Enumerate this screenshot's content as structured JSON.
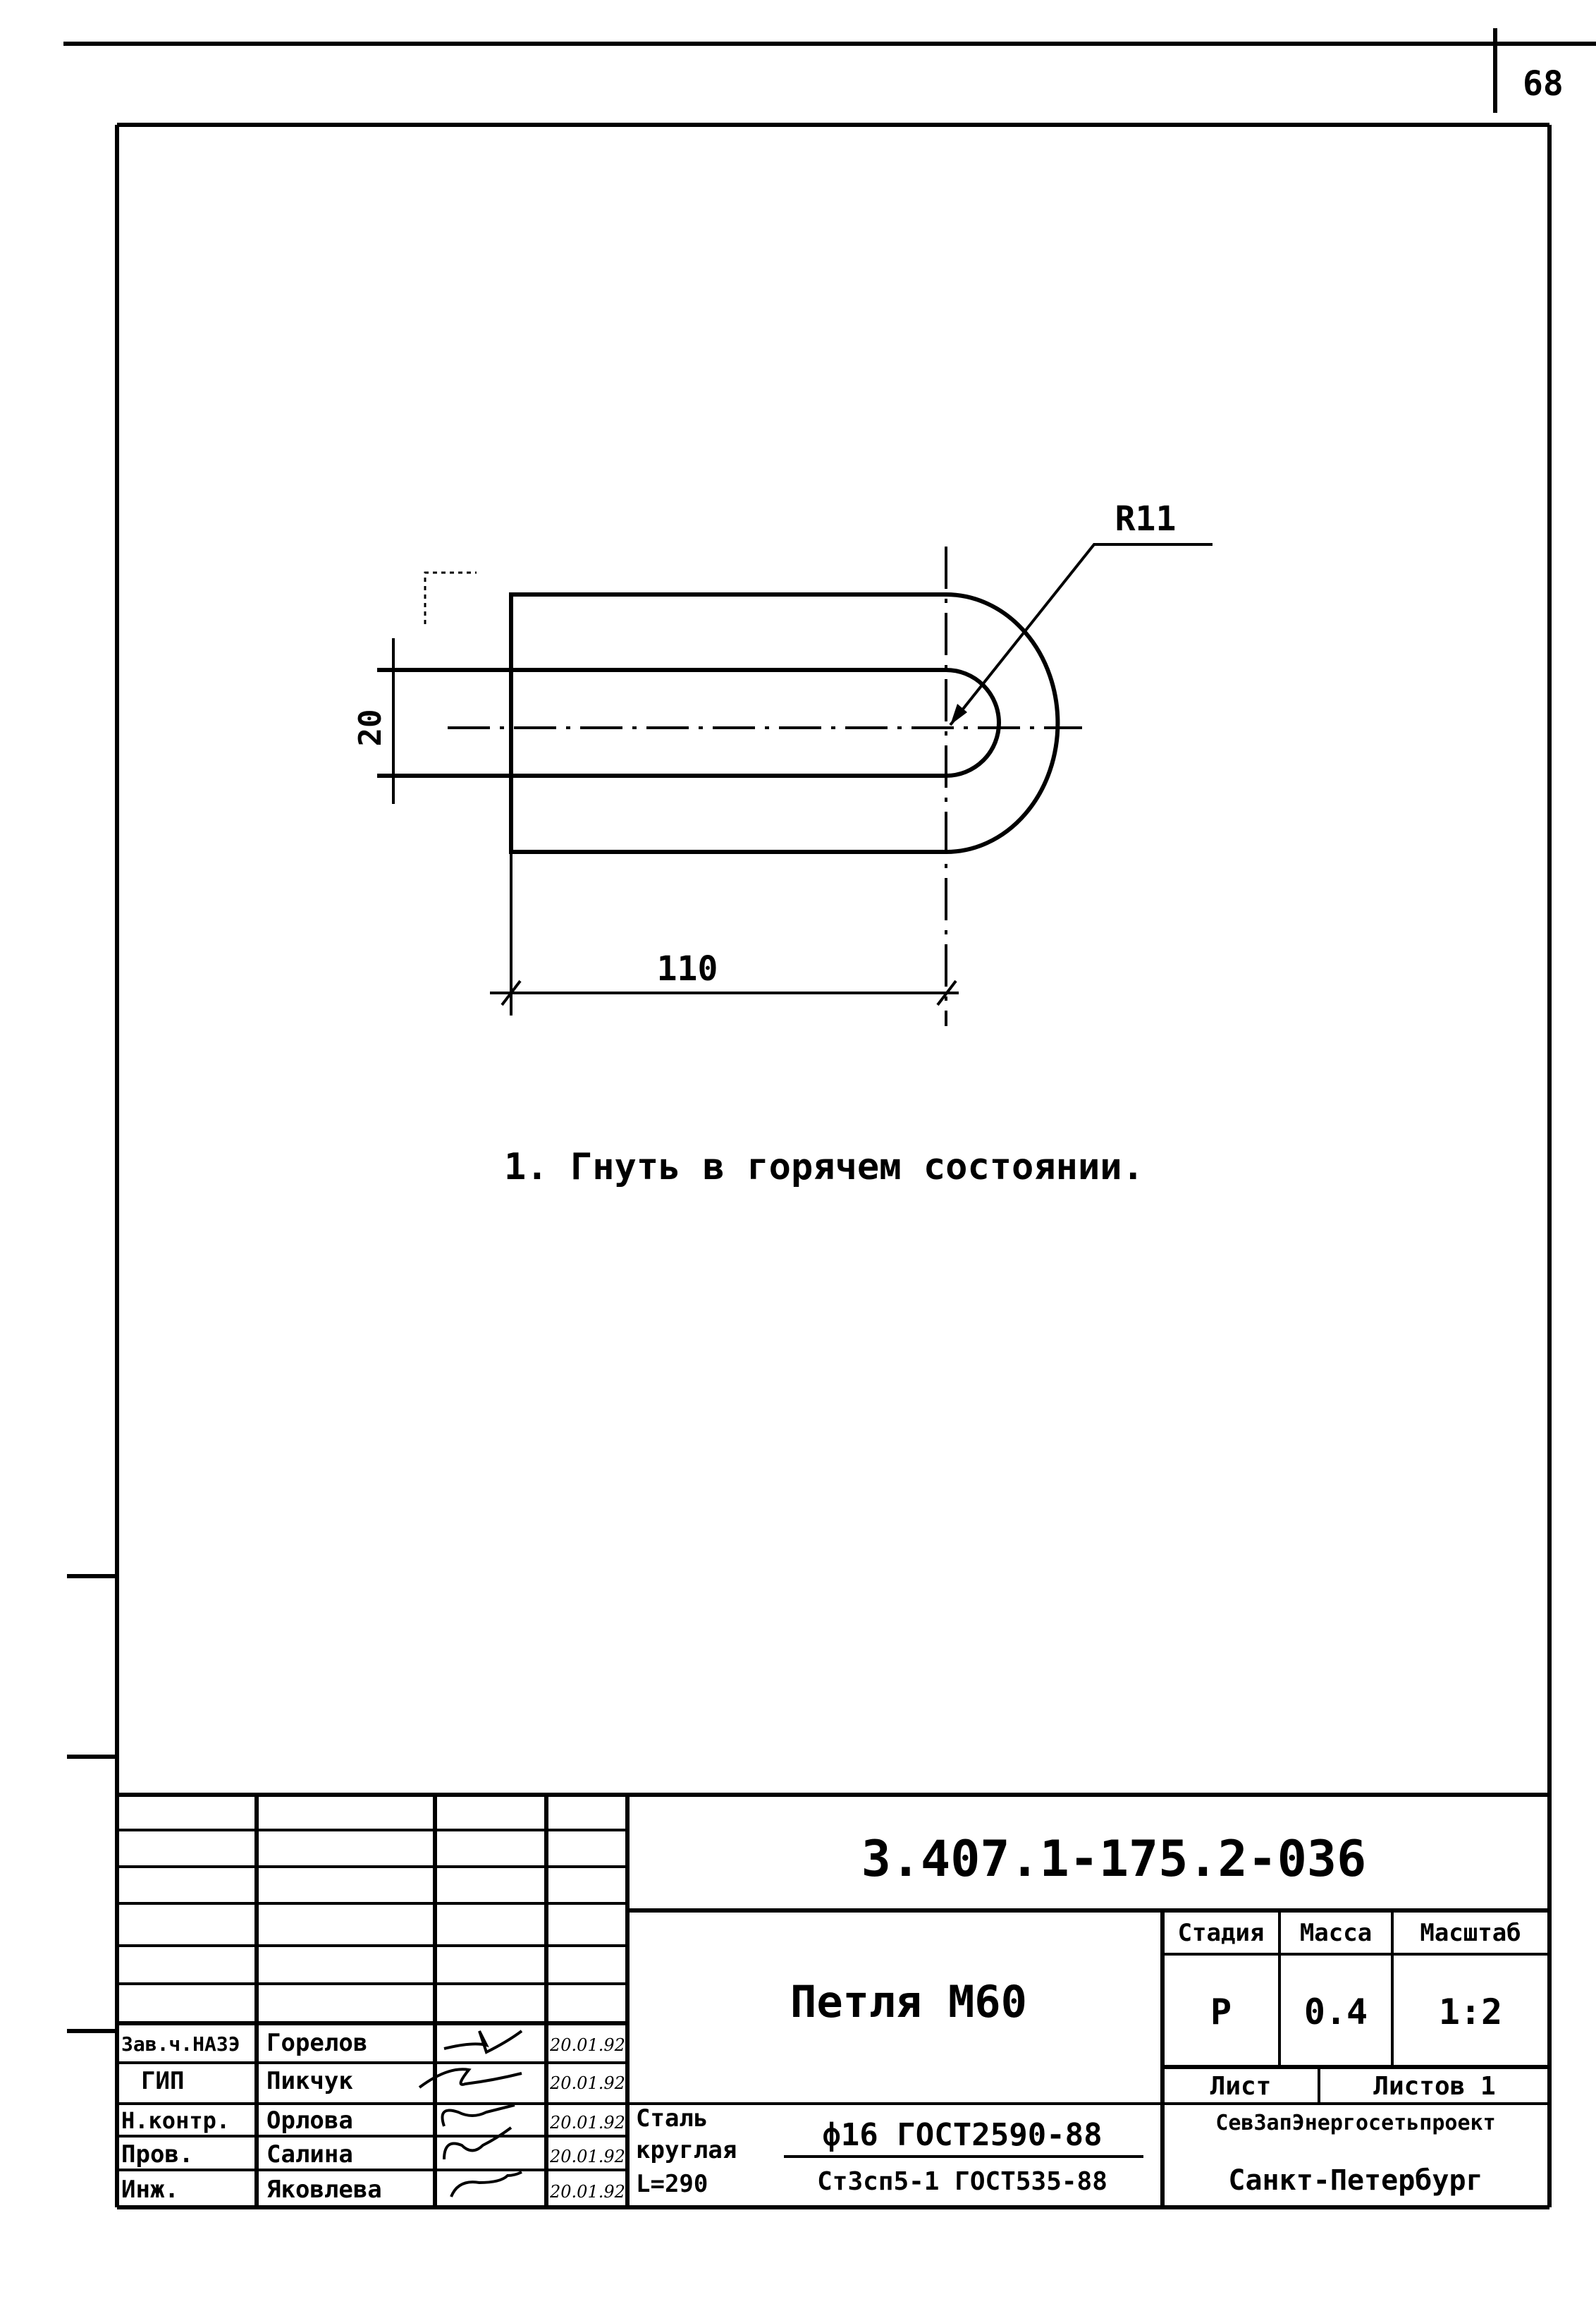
{
  "sheet_number": "68",
  "drawing": {
    "radius_label": "R11",
    "width_label": "20",
    "length_label": "110"
  },
  "note": "1. Гнуть в горячем состоянии.",
  "title_block": {
    "doc_code": "3.407.1-175.2-036",
    "name": "Петля М60",
    "headers": [
      "Стадия",
      "Масса",
      "Масштаб"
    ],
    "values": [
      "Р",
      "0.4",
      "1:2"
    ],
    "sheet_label": "Лист",
    "sheets_label": "Листов 1",
    "organization": "СевЗапЭнергосетьпроект",
    "city": "Санкт-Петербург",
    "material": {
      "kind_lines": [
        "Сталь",
        "круглая",
        "L=290"
      ],
      "profile": "ф16 ГОСТ2590-88",
      "grade": "Ст3сп5-1 ГОСТ535-88"
    },
    "signatures": [
      {
        "role": "Зав.ч.НАЗЭ",
        "name": "Горелов",
        "date": "20.01.92"
      },
      {
        "role": "ГИП",
        "name": "Пикчук",
        "date": "20.01.92"
      },
      {
        "role": "Н.контр.",
        "name": "Орлова",
        "date": "20.01.92"
      },
      {
        "role": "Пров.",
        "name": "Салина",
        "date": "20.01.92"
      },
      {
        "role": "Инж.",
        "name": "Яковлева",
        "date": "20.01.92"
      }
    ]
  }
}
